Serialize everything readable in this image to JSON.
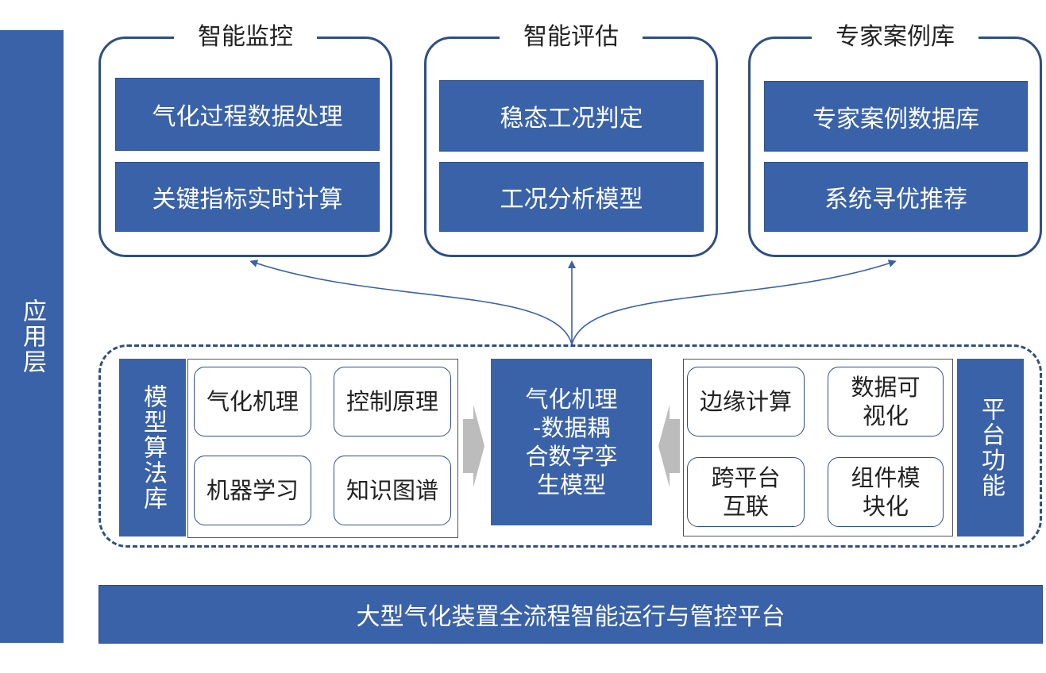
{
  "layer_label": "应用层",
  "groups": [
    {
      "title": "智能监控",
      "items": [
        "气化过程数据处理",
        "关键指标实时计算"
      ]
    },
    {
      "title": "智能评估",
      "items": [
        "稳态工况判定",
        "工况分析模型"
      ]
    },
    {
      "title": "专家案例库",
      "items": [
        "专家案例数据库",
        "系统寻优推荐"
      ]
    }
  ],
  "model_lib": {
    "label": "模型算法库",
    "items": [
      "气化机理",
      "控制原理",
      "机器学习",
      "知识图谱"
    ]
  },
  "core_model": {
    "lines": [
      "气化机理",
      "-数据耦",
      "合数字孪",
      "生模型"
    ]
  },
  "platform": {
    "label": "平台功能",
    "items": [
      [
        "边缘计算"
      ],
      [
        "数据可",
        "视化"
      ],
      [
        "跨平台",
        "互联"
      ],
      [
        "组件模",
        "块化"
      ]
    ]
  },
  "bottom_platform": "大型气化装置全流程智能运行与管控平台",
  "colors": {
    "box_fill": "#3a62a8",
    "border": "#2e4f85",
    "arrow": "#3a62a8",
    "block_arrow": "#bcbcbc"
  }
}
